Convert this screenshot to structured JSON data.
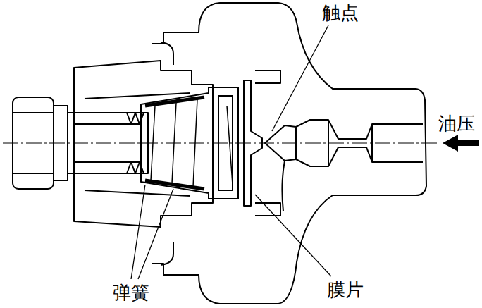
{
  "diagram": {
    "labels": [
      "触点",
      "油压",
      "弹簧",
      "膜片"
    ]
  }
}
